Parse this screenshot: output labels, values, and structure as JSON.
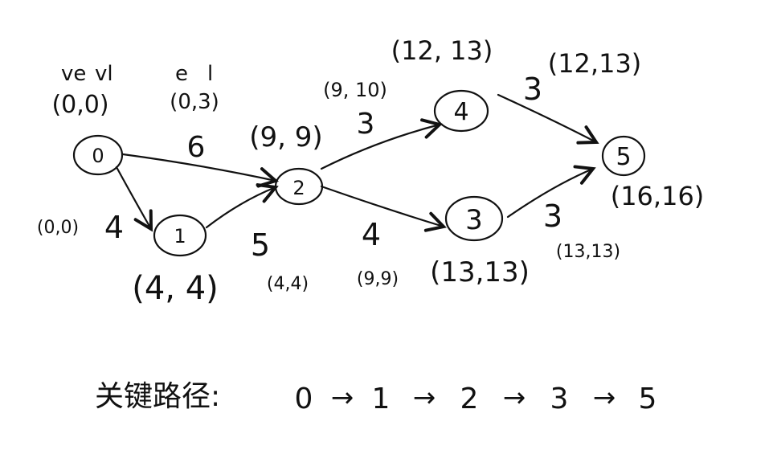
{
  "header": {
    "ve_label": "ve",
    "vl_label": "vl",
    "e_label": "e",
    "l_label": "l"
  },
  "nodes": [
    {
      "id": "0",
      "label": "0",
      "times": "(0,0)"
    },
    {
      "id": "1",
      "label": "1",
      "times": "(4, 4)"
    },
    {
      "id": "2",
      "label": "2",
      "times": "(9, 9)"
    },
    {
      "id": "3",
      "label": "3",
      "times": "(13,13)"
    },
    {
      "id": "4",
      "label": "4",
      "times": "(12, 13)"
    },
    {
      "id": "5",
      "label": "5",
      "times": "(16,16)"
    }
  ],
  "edges": [
    {
      "from": "0",
      "to": "2",
      "weight": "6",
      "el": "(0,3)"
    },
    {
      "from": "0",
      "to": "1",
      "weight": "4",
      "el": "(0,0)"
    },
    {
      "from": "1",
      "to": "2",
      "weight": "5",
      "el": "(4,4)"
    },
    {
      "from": "2",
      "to": "4",
      "weight": "3",
      "el": "(9, 10)"
    },
    {
      "from": "2",
      "to": "3",
      "weight": "4",
      "el": "(9,9)"
    },
    {
      "from": "4",
      "to": "5",
      "weight": "3",
      "el": "(12,13)"
    },
    {
      "from": "3",
      "to": "5",
      "weight": "3",
      "el": "(13,13)"
    }
  ],
  "critical_path": {
    "label": "关键路径:",
    "sequence": [
      "0",
      "1",
      "2",
      "3",
      "5"
    ],
    "arrow": "→"
  },
  "colors": {
    "ink": "#111111",
    "background": "#ffffff"
  }
}
